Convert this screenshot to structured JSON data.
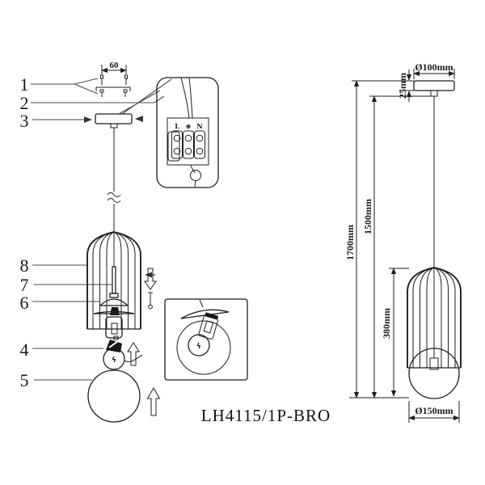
{
  "model_label": "LH4115/1P-BRO",
  "palette": {
    "line": "#1f1f1f",
    "leader": "#4a4a4a",
    "background": "#ffffff"
  },
  "exploded_view": {
    "part_numbers": [
      "1",
      "2",
      "3",
      "8",
      "7",
      "6",
      "4",
      "5"
    ],
    "screw_spacing": "60",
    "wiring_detail": {
      "terminal_labels": [
        "L",
        "⊕",
        "N"
      ]
    },
    "bulb_symbol": "ϟ"
  },
  "dimension_view": {
    "canopy_diameter": "Ø100mm",
    "canopy_height": "25mm",
    "overall_drop": "1700mm",
    "suspension_drop": "1500mm",
    "fixture_height": "380mm",
    "sphere_diameter": "Ø150mm"
  }
}
